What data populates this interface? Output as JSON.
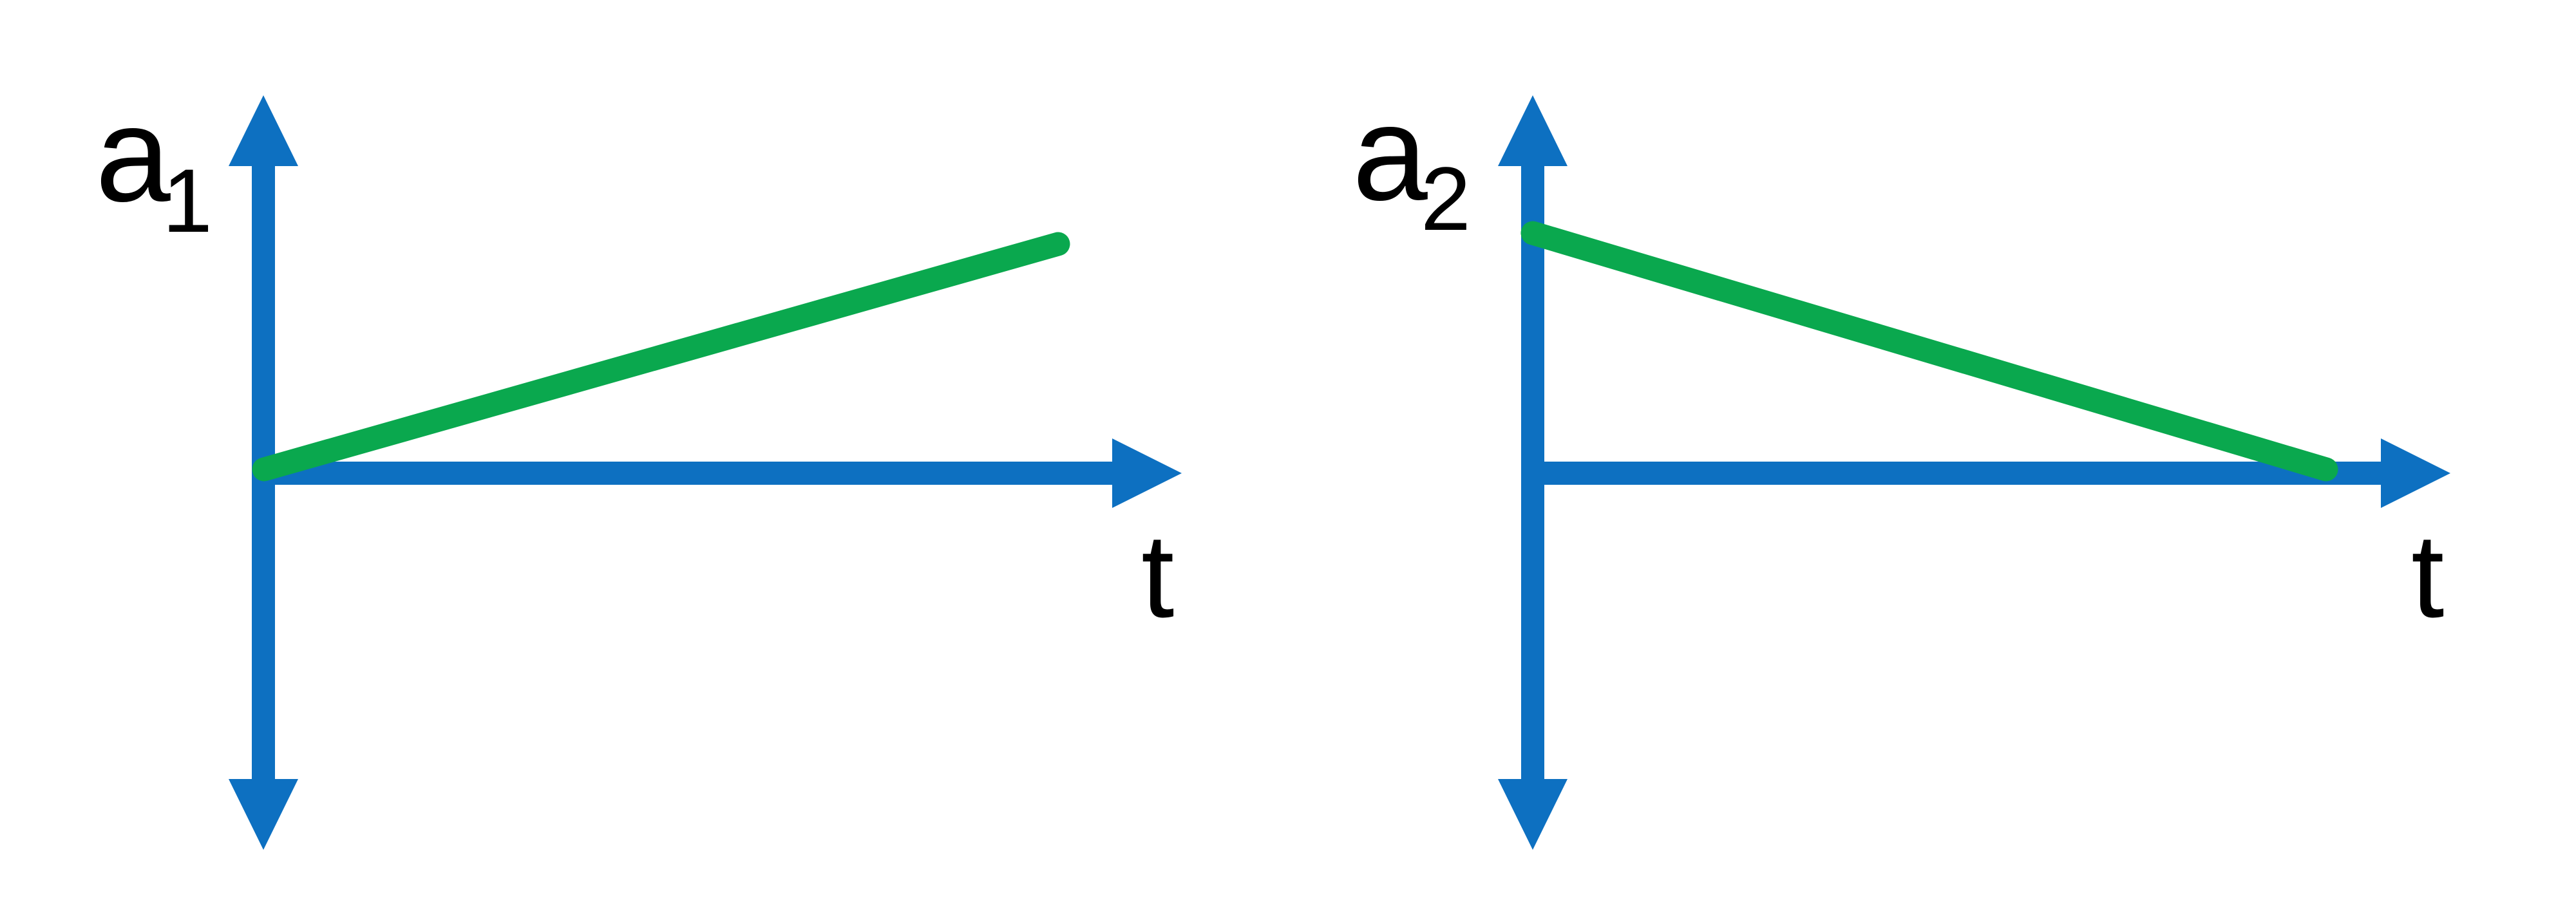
{
  "colors": {
    "axis_blue": "#0d70c1",
    "curve_green": "#0aa84e",
    "label_black": "#000000",
    "background": "#ffffff"
  },
  "panels": [
    {
      "y_axis_label_base": "a",
      "y_axis_label_subscript": "1",
      "x_axis_label": "t",
      "curve_description": "straight green line rising from the origin toward upper right"
    },
    {
      "y_axis_label_base": "a",
      "y_axis_label_subscript": "2",
      "x_axis_label": "t",
      "curve_description": "straight green line falling from a positive value on the vertical axis down to the horizontal axis"
    }
  ],
  "chart_data": [
    {
      "type": "line",
      "title": "",
      "xlabel": "t",
      "ylabel": "a1",
      "x": [
        0,
        1
      ],
      "y": [
        0,
        0.6
      ],
      "xlim": [
        0,
        1.15
      ],
      "ylim": [
        -1,
        1
      ],
      "grid": false,
      "legend": false,
      "description": "a1 starts at zero and increases linearly with t (positive constant slope)"
    },
    {
      "type": "line",
      "title": "",
      "xlabel": "t",
      "ylabel": "a2",
      "x": [
        0,
        1
      ],
      "y": [
        0.64,
        0
      ],
      "xlim": [
        0,
        1.15
      ],
      "ylim": [
        -1,
        1
      ],
      "grid": false,
      "legend": false,
      "description": "a2 starts at a positive value and decreases linearly to zero at the end of the time interval"
    }
  ]
}
